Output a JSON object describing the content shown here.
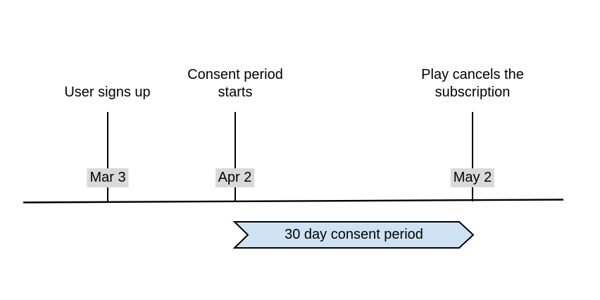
{
  "events": [
    {
      "label": "User signs up",
      "date": "Mar 3"
    },
    {
      "label": "Consent period\nstarts",
      "date": "Apr 2"
    },
    {
      "label": "Play cancels the\nsubscription",
      "date": "May 2"
    }
  ],
  "banner": {
    "label": "30 day consent period"
  },
  "colors": {
    "banner_fill": "#cfe2f3",
    "banner_stroke": "#000000",
    "date_label_bg": "#d9d9d9",
    "line": "#000000"
  }
}
